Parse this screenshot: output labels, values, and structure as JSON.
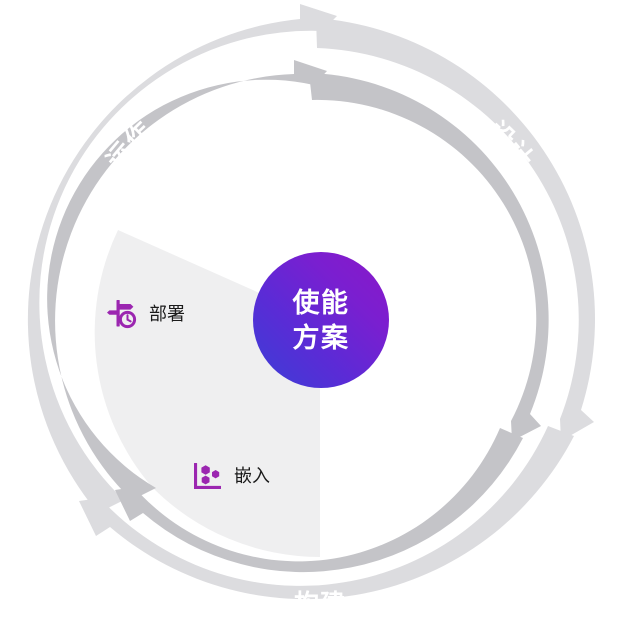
{
  "diagram": {
    "title": "使能方案",
    "hub": {
      "line1": "使能",
      "line2": "方案",
      "gradient_from": "#7a1fd0",
      "gradient_to": "#3a3fd6",
      "accent": "#9b26b0"
    },
    "ring_outer_color": "#dcdcdf",
    "ring_inner_color": "#c4c4c8",
    "wedge_color": "#efeff0",
    "background": "#ffffff",
    "phases": [
      {
        "id": "design",
        "label": "设计",
        "ring": "outer",
        "position": "upper-right"
      },
      {
        "id": "build",
        "label": "构建",
        "ring": "outer",
        "position": "bottom"
      },
      {
        "id": "operate",
        "label": "运作",
        "ring": "outer",
        "position": "upper-left"
      }
    ],
    "nodes": [
      {
        "id": "deploy",
        "label": "部署",
        "icon": "signpost-clock-icon",
        "color": "#9b26b0"
      },
      {
        "id": "embed",
        "label": "嵌入",
        "icon": "hexagons-bracket-icon",
        "color": "#9b26b0"
      }
    ]
  }
}
